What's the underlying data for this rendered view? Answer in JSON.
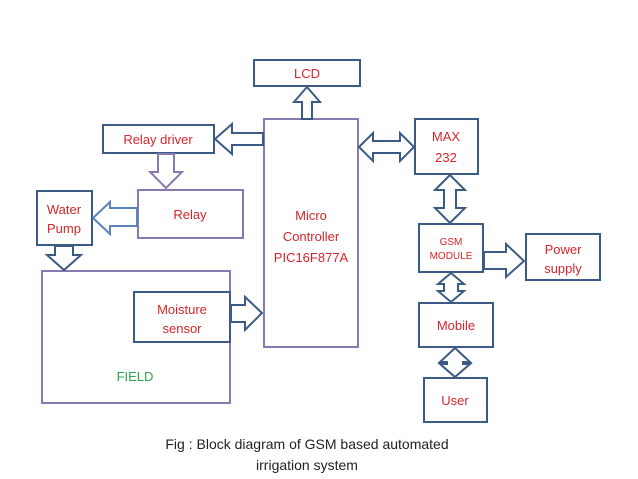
{
  "diagram": {
    "blocks": {
      "lcd": "LCD",
      "relay_driver": "Relay driver",
      "relay": "Relay",
      "water_pump": [
        "Water",
        "Pump"
      ],
      "microcontroller": [
        "Micro",
        "Controller",
        "PIC16F877A"
      ],
      "max232": [
        "MAX",
        "232"
      ],
      "gsm_module": [
        "GSM",
        "MODULE"
      ],
      "power_supply": [
        "Power",
        "supply"
      ],
      "moisture_sensor": [
        "Moisture",
        "sensor"
      ],
      "field": "FIELD",
      "mobile": "Mobile",
      "user": "User"
    },
    "connections": [
      {
        "from": "microcontroller",
        "to": "lcd",
        "type": "one-way"
      },
      {
        "from": "microcontroller",
        "to": "relay_driver",
        "type": "one-way"
      },
      {
        "from": "relay_driver",
        "to": "relay",
        "type": "one-way"
      },
      {
        "from": "relay",
        "to": "water_pump",
        "type": "one-way"
      },
      {
        "from": "water_pump",
        "to": "field",
        "type": "one-way"
      },
      {
        "from": "moisture_sensor",
        "to": "microcontroller",
        "type": "one-way"
      },
      {
        "from": "microcontroller",
        "to": "max232",
        "type": "two-way"
      },
      {
        "from": "max232",
        "to": "gsm_module",
        "type": "two-way"
      },
      {
        "from": "gsm_module",
        "to": "power_supply",
        "type": "one-way"
      },
      {
        "from": "gsm_module",
        "to": "mobile",
        "type": "two-way"
      },
      {
        "from": "mobile",
        "to": "user",
        "type": "two-way"
      }
    ],
    "caption": [
      "Fig : Block diagram of GSM based automated",
      "irrigation system"
    ],
    "colors": {
      "label_text": "#d6252a",
      "field_text": "#2ea44f",
      "box_border_blue": "#3b5a85",
      "box_border_purple": "#8a78b0"
    }
  }
}
